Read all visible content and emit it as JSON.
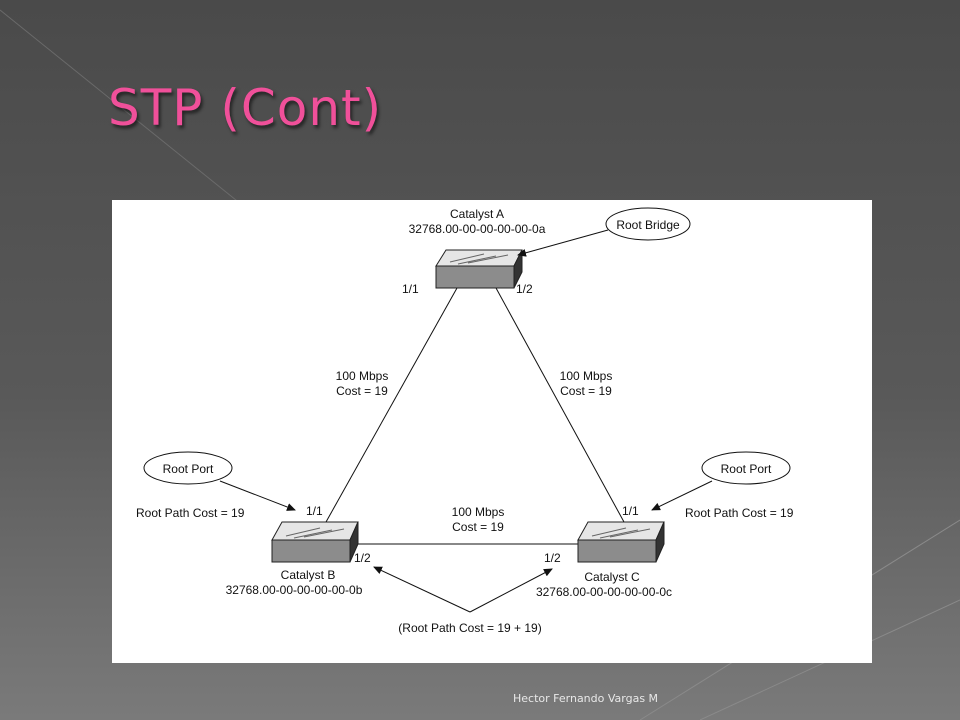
{
  "slide": {
    "title": "STP (Cont)",
    "footer": "Hector Fernando Vargas M",
    "colors": {
      "title": "#f0509a",
      "background": "#505050",
      "panel": "#ffffff"
    }
  },
  "diagram": {
    "switches": {
      "a": {
        "name": "Catalyst A",
        "id": "32768.00-00-00-00-00-0a",
        "port_left": "1/1",
        "port_right": "1/2"
      },
      "b": {
        "name": "Catalyst B",
        "id": "32768.00-00-00-00-00-0b",
        "port_top": "1/1",
        "port_right": "1/2"
      },
      "c": {
        "name": "Catalyst C",
        "id": "32768.00-00-00-00-00-0c",
        "port_top": "1/1",
        "port_left": "1/2"
      }
    },
    "links": {
      "ab": {
        "speed": "100 Mbps",
        "cost": "Cost = 19"
      },
      "ac": {
        "speed": "100 Mbps",
        "cost": "Cost = 19"
      },
      "bc": {
        "speed": "100 Mbps",
        "cost": "Cost = 19"
      }
    },
    "callouts": {
      "root_bridge": "Root Bridge",
      "root_port_left": "Root Port",
      "root_port_right": "Root Port",
      "root_path_cost_left": "Root Path Cost = 19",
      "root_path_cost_right": "Root Path Cost = 19",
      "root_path_cost_bottom": "(Root Path Cost = 19 + 19)"
    }
  }
}
